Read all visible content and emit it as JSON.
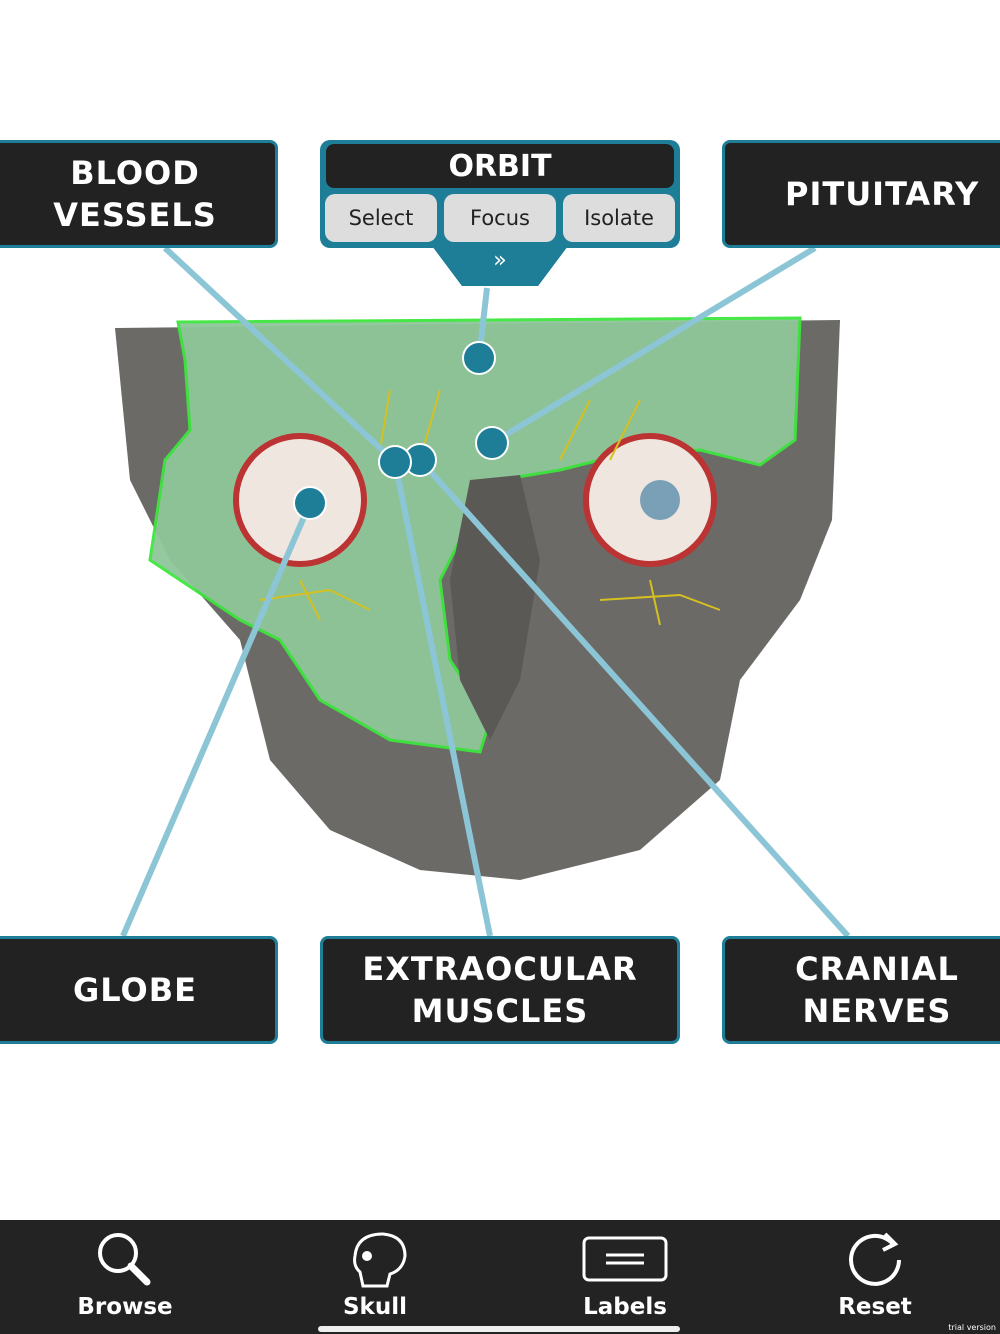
{
  "labels": {
    "blood_vessels": "BLOOD VESSELS",
    "pituitary": "PITUITARY",
    "globe": "GLOBE",
    "extraocular": "EXTRAOCULAR MUSCLES",
    "cranial": "CRANIAL NERVES"
  },
  "orbit_popup": {
    "title": "ORBIT",
    "buttons": [
      "Select",
      "Focus",
      "Isolate"
    ],
    "expand_icon": "double-chevron-down-icon"
  },
  "bottom_bar": {
    "items": [
      {
        "label": "Browse",
        "icon": "search-icon"
      },
      {
        "label": "Skull",
        "icon": "skull-icon"
      },
      {
        "label": "Labels",
        "icon": "labels-icon"
      },
      {
        "label": "Reset",
        "icon": "reset-icon"
      }
    ],
    "watermark": "trial version"
  },
  "colors": {
    "accent": "#1e7e98",
    "box": "#222222",
    "highlight": "#8fc79a"
  }
}
